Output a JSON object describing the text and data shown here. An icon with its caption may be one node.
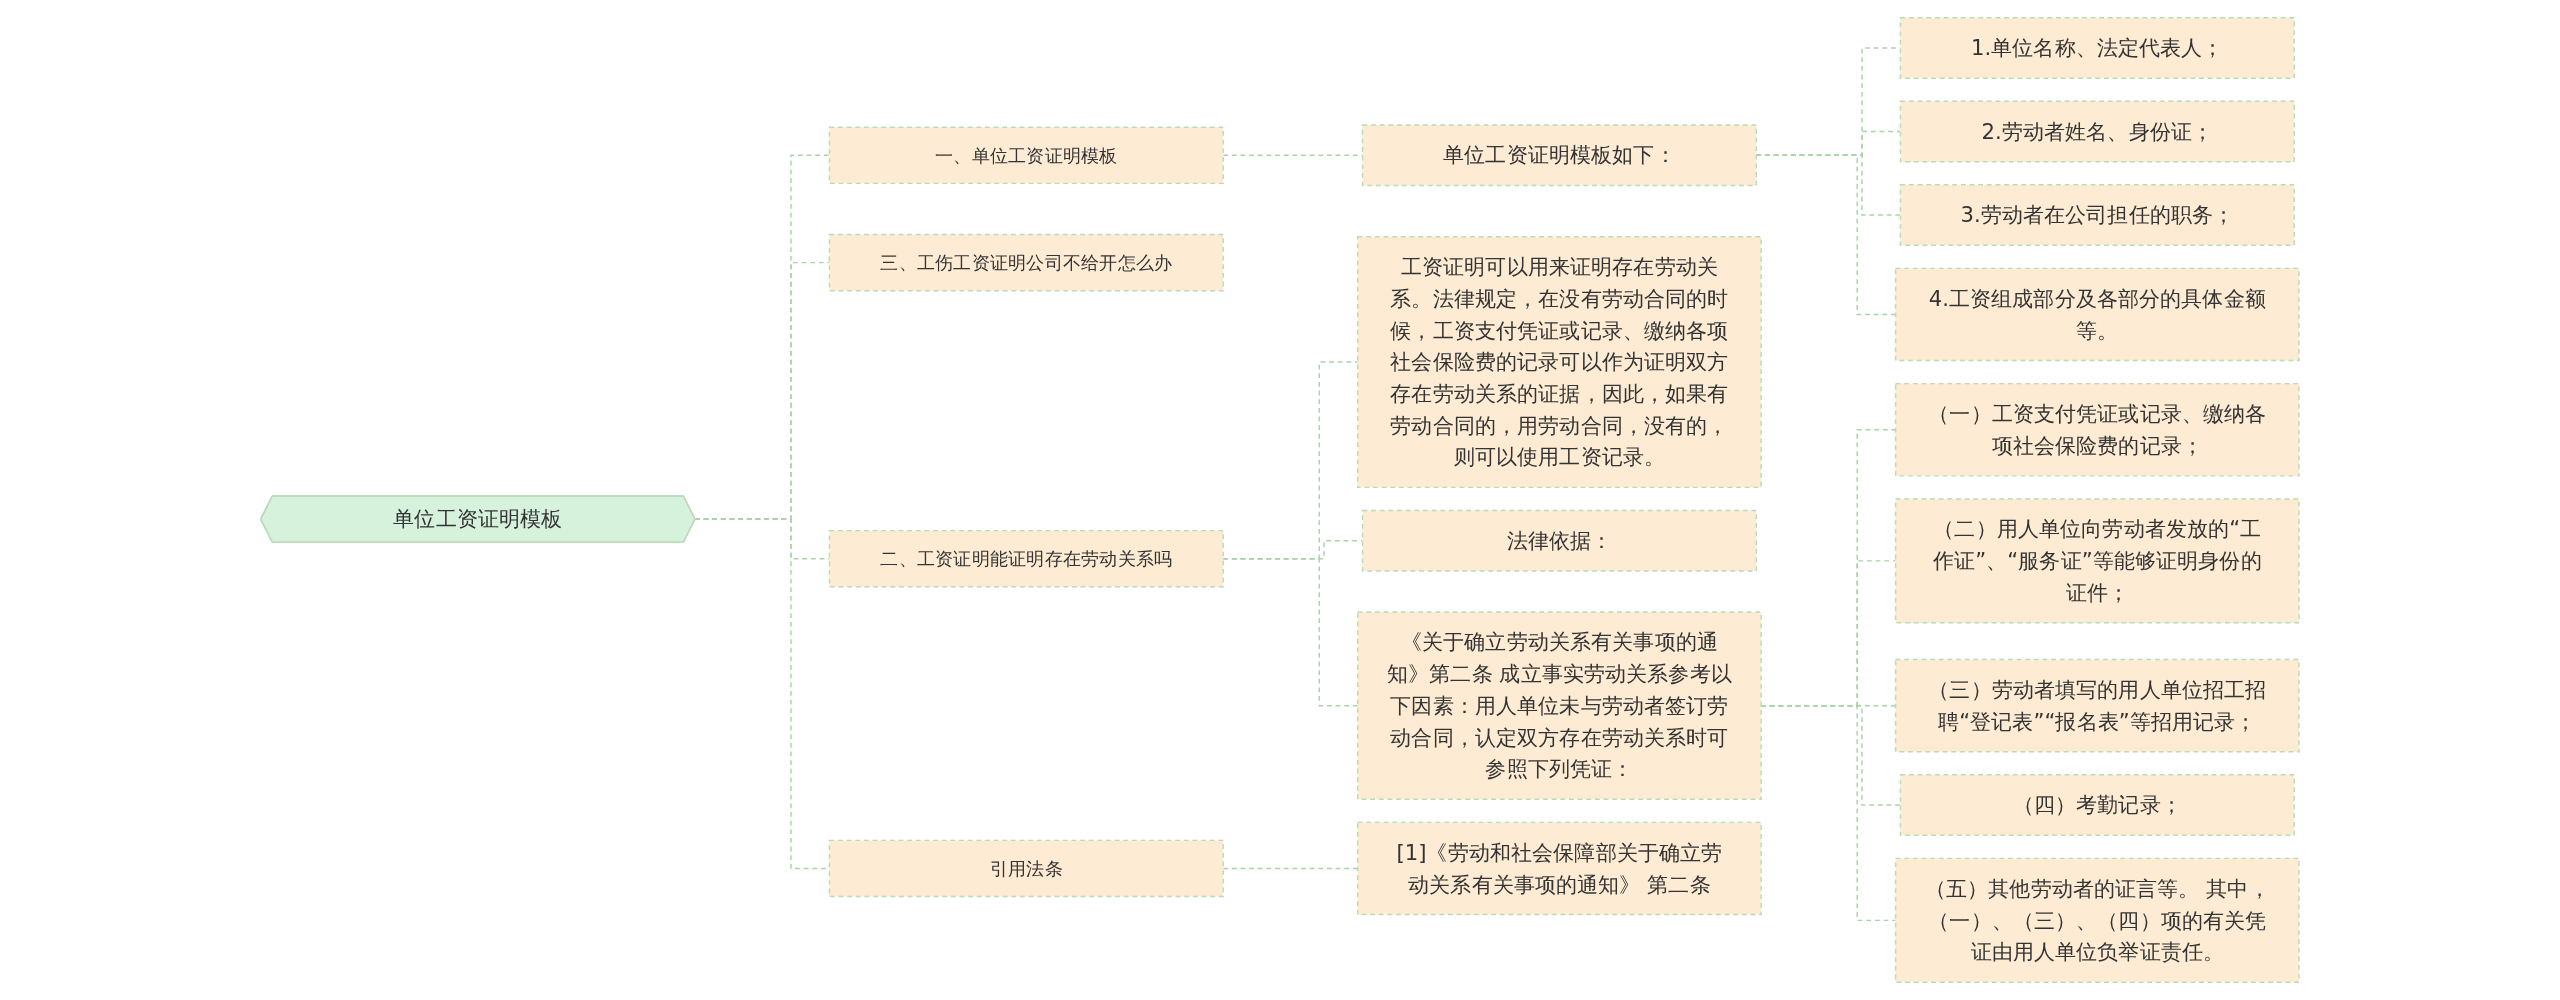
{
  "diagram": {
    "nodes": [
      {
        "text": [
          "单位工资证明模板"
        ]
      },
      {
        "text": [
          "一、单位工资证明模板"
        ]
      },
      {
        "text": [
          "单位工资证明模板如下："
        ]
      },
      {
        "text": [
          "1.单位名称、法定代表人；"
        ]
      },
      {
        "text": [
          "2.劳动者姓名、身份证；"
        ]
      },
      {
        "text": [
          "3.劳动者在公司担任的职务；"
        ]
      },
      {
        "text": [
          "4.工资组成部分及各部分的具体金额等。"
        ]
      },
      {
        "text": [
          "三、工伤工资证明公司不给开怎么办"
        ]
      },
      {
        "text": [
          "二、工资证明能证明存在劳动关系吗"
        ]
      },
      {
        "text": [
          "工资证明可以用来证明存在劳动关系。法律规定，在没有劳动合同的时候，工资支付凭证或记录、缴纳各项社会保险费的记录可以作为证明双方存在劳动关系的证据，因此，如果有劳动合同的，用劳动合同，没有的，则可以使用工资记录。"
        ]
      },
      {
        "text": [
          "法律依据："
        ]
      },
      {
        "text": [
          "《关于确立劳动关系有关事项的通知》第二条 成立事实劳动关系参考以下因素：用人单位未与劳动者签订劳动合同，认定双方存在劳动关系时可参照下列凭证："
        ]
      },
      {
        "text": [
          "（一）工资支付凭证或记录、缴纳各项社会保险费的记录；"
        ]
      },
      {
        "text": [
          "（二）用人单位向劳动者发放的“工作证”、“服务证”等能够证明身份的证件；"
        ]
      },
      {
        "text": [
          "（三）劳动者填写的用人单位招工招聘“登记表”“报名表”等招用记录；"
        ]
      },
      {
        "text": [
          "（四）考勤记录；"
        ]
      },
      {
        "text": [
          "（五）其他劳动者的证言等。 其中，（一）、（三）、（四）项的有关凭证由用人单位负举证责任。"
        ]
      },
      {
        "text": [
          "引用法条"
        ]
      },
      {
        "text": [
          "[1]《劳动和社会保障部关于确立劳动关系有关事项的通知》 第二条"
        ]
      }
    ],
    "edges": [
      {
        "from": 0,
        "to": 1,
        "arrow": "none",
        "style": "dashed"
      },
      {
        "from": 1,
        "to": 2,
        "arrow": "none",
        "style": "dashed"
      },
      {
        "from": 2,
        "to": 3,
        "arrow": "none",
        "style": "dashed"
      },
      {
        "from": 2,
        "to": 4,
        "arrow": "none",
        "style": "dashed"
      },
      {
        "from": 2,
        "to": 5,
        "arrow": "none",
        "style": "dashed"
      },
      {
        "from": 2,
        "to": 6,
        "arrow": "none",
        "style": "dashed"
      },
      {
        "from": 0,
        "to": 7,
        "arrow": "none",
        "style": "dashed"
      },
      {
        "from": 0,
        "to": 8,
        "arrow": "none",
        "style": "dashed"
      },
      {
        "from": 8,
        "to": 9,
        "arrow": "none",
        "style": "dashed"
      },
      {
        "from": 8,
        "to": 10,
        "arrow": "none",
        "style": "dashed"
      },
      {
        "from": 8,
        "to": 11,
        "arrow": "none",
        "style": "dashed"
      },
      {
        "from": 11,
        "to": 12,
        "arrow": "none",
        "style": "dashed"
      },
      {
        "from": 11,
        "to": 13,
        "arrow": "none",
        "style": "dashed"
      },
      {
        "from": 11,
        "to": 14,
        "arrow": "none",
        "style": "dashed"
      },
      {
        "from": 11,
        "to": 15,
        "arrow": "none",
        "style": "dashed"
      },
      {
        "from": 11,
        "to": 16,
        "arrow": "none",
        "style": "dashed"
      },
      {
        "from": 0,
        "to": 17,
        "arrow": "none",
        "style": "dashed"
      },
      {
        "from": 17,
        "to": 18,
        "arrow": "none",
        "style": "dashed"
      }
    ]
  }
}
